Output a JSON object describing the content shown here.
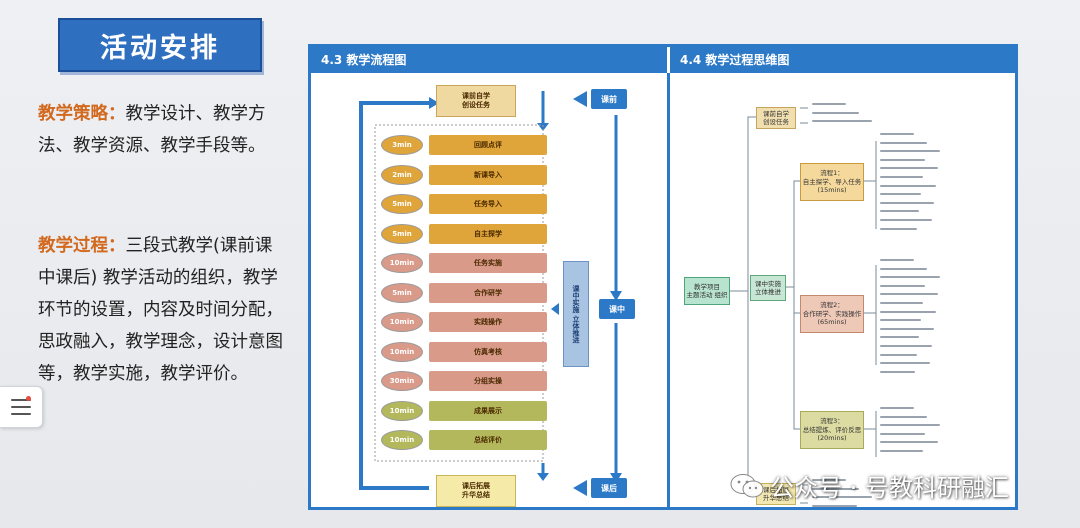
{
  "title": "活动安排",
  "strategy": {
    "label": "教学策略：",
    "body": "教学设计、教学方法、教学资源、教学手段等。"
  },
  "process": {
    "label": "教学过程：",
    "body": "三段式教学(课前课中课后) 教学活动的组织，教学环节的设置，内容及时间分配，思政融入，教学理念，设计意图等，教学实施，教学评价。"
  },
  "panel_left_title": "4.3 教学流程图",
  "panel_right_title": "4.4 教学过程思维图",
  "flow": {
    "top_box": "课前自学\n创设任务",
    "bottom_box": "课后拓展\n升华总结",
    "pre_label": "课前",
    "mid_label": "课中",
    "post_label": "课后",
    "side_label": "课中实施 立体推进",
    "steps": [
      {
        "time": "3min",
        "label": "回顾点评",
        "color": "#e0a53a"
      },
      {
        "time": "2min",
        "label": "新课导入",
        "color": "#e0a53a"
      },
      {
        "time": "5min",
        "label": "任务导入",
        "color": "#e0a53a"
      },
      {
        "time": "5min",
        "label": "自主探学",
        "color": "#e0a53a"
      },
      {
        "time": "10min",
        "label": "任务实施",
        "color": "#d99a8a"
      },
      {
        "time": "5min",
        "label": "合作研学",
        "color": "#d99a8a"
      },
      {
        "time": "10min",
        "label": "实践操作",
        "color": "#d99a8a"
      },
      {
        "time": "10min",
        "label": "仿真考核",
        "color": "#d99a8a"
      },
      {
        "time": "30min",
        "label": "分组实操",
        "color": "#d99a8a"
      },
      {
        "time": "10min",
        "label": "成果展示",
        "color": "#b4b85c"
      },
      {
        "time": "10min",
        "label": "总结评价",
        "color": "#b4b85c"
      }
    ]
  },
  "mindmap": {
    "center": "教学项目\n主题活动 组织",
    "hub": "课中实施\n立体推进",
    "pre": "课前自学\n创设任务",
    "post": "课后拓展\n升华总结",
    "stage1": "流程1：\n自主探学、导入任务\n(15mins)",
    "stage2": "流程2：\n合作研学、实践操作\n(65mins)",
    "stage3": "流程3：\n总结提炼、评价反思\n(20mins)"
  },
  "watermark": "公众号 · 号教科研融汇"
}
